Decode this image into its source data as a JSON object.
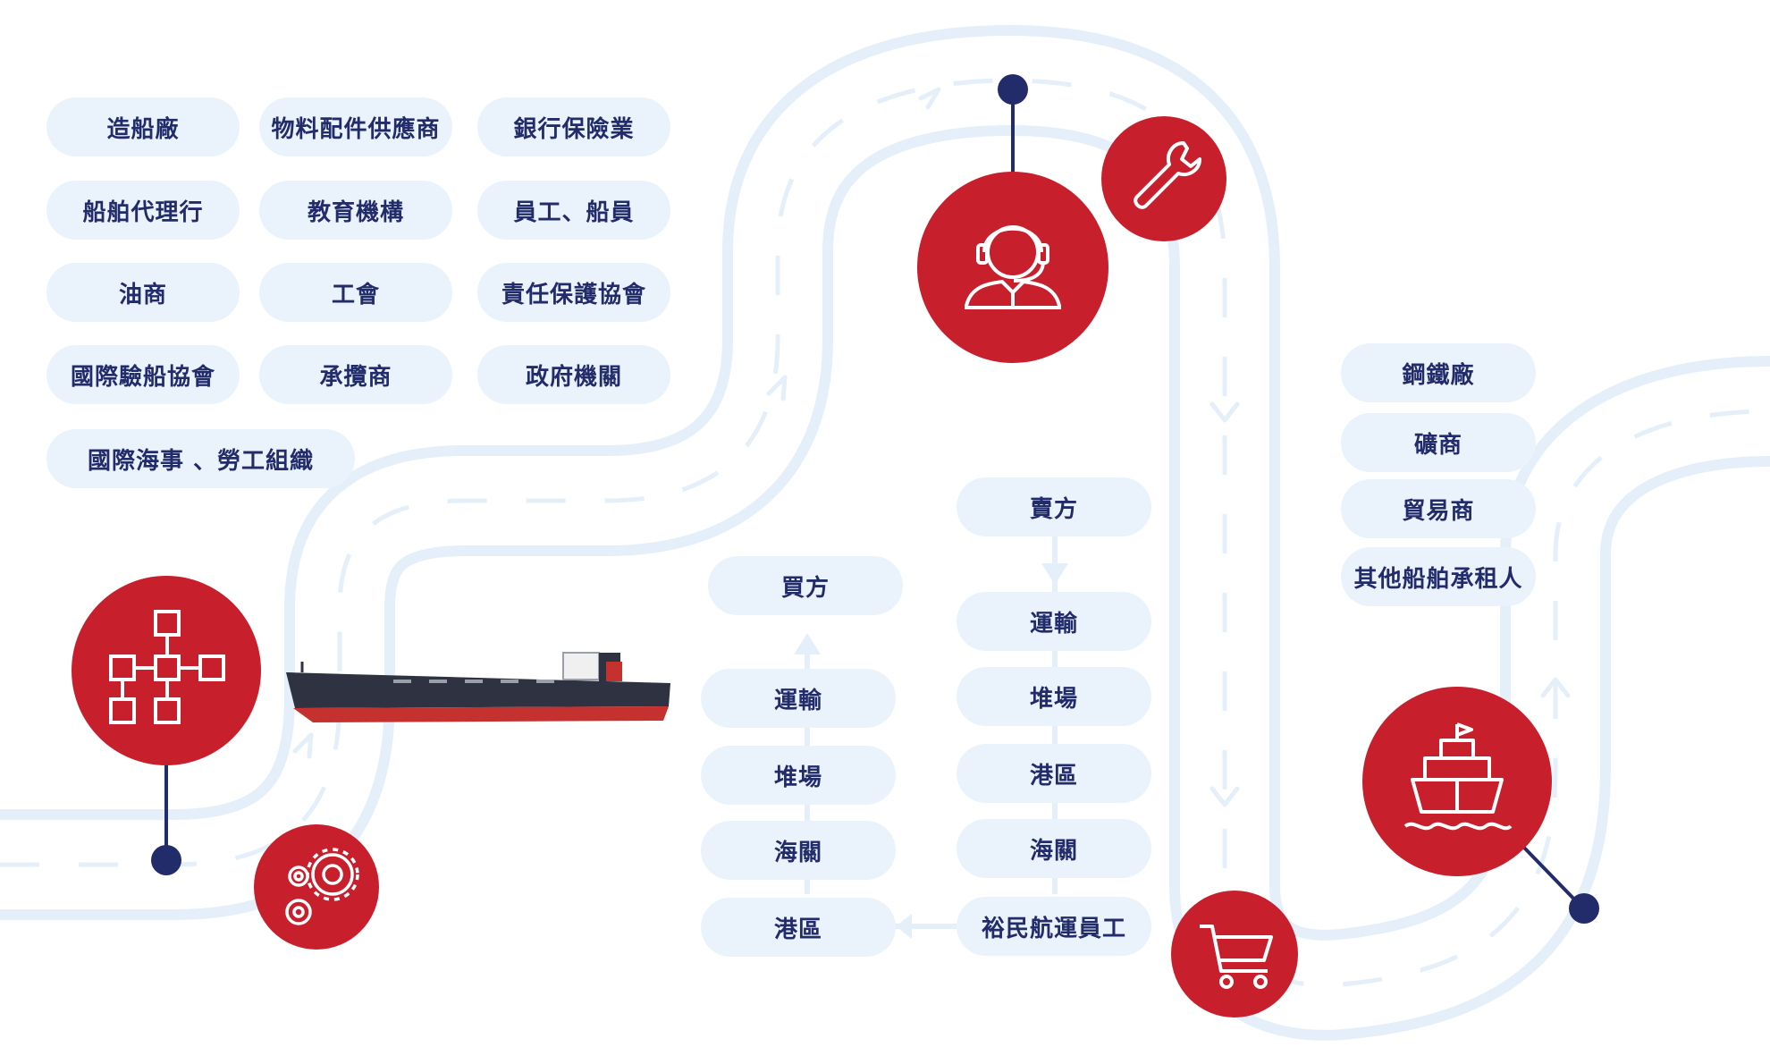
{
  "stakeholders": [
    "造船廠",
    "物料配件供應商",
    "銀行保險業",
    "船舶代理行",
    "教育機構",
    "員工、船員",
    "油商",
    "工會",
    "責任保護協會",
    "國際驗船協會",
    "承攬商",
    "政府機關",
    "國際海事 、勞工組織"
  ],
  "buyer_flow": [
    "買方",
    "運輸",
    "堆場",
    "海關",
    "港區"
  ],
  "seller_flow": [
    "賣方",
    "運輸",
    "堆場",
    "港區",
    "海關",
    "裕民航運員工"
  ],
  "traders": [
    "鋼鐵廠",
    "礦商",
    "貿易商",
    "其他船舶承租人"
  ],
  "icons": [
    "org-chart-icon",
    "gears-icon",
    "customer-service-icon",
    "wrench-icon",
    "shopping-cart-icon",
    "ship-icon"
  ],
  "colors": {
    "accent": "#c81f2d",
    "navy": "#232c6b",
    "pill": "#eaf3fb",
    "road": "#e4effa"
  }
}
